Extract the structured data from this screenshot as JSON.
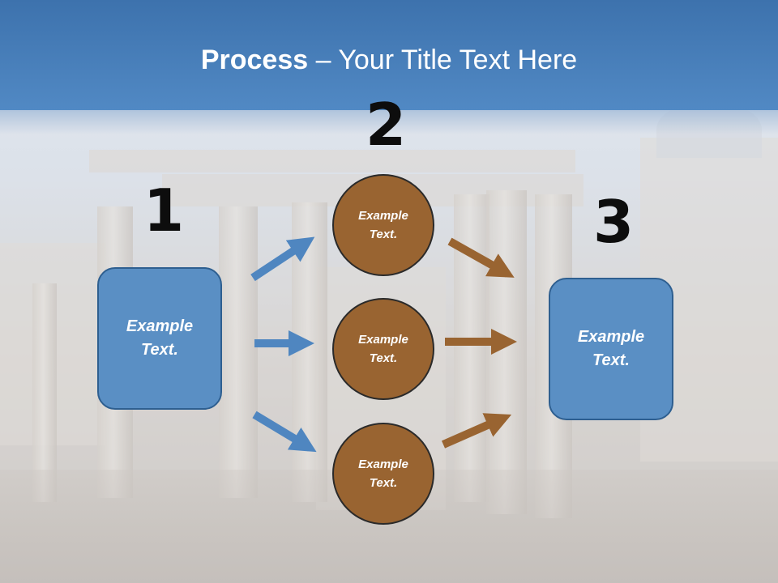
{
  "title": {
    "bold": "Process",
    "rest": " – Your Title Text Here"
  },
  "steps": [
    {
      "number": "1",
      "text": "Example Text."
    },
    {
      "number": "2"
    },
    {
      "number": "3",
      "text": "Example Text."
    }
  ],
  "circles": [
    {
      "text": "Example Text."
    },
    {
      "text": "Example Text."
    },
    {
      "text": "Example Text."
    }
  ],
  "colors": {
    "header": "#4a82bf",
    "box": "#5a8fc4",
    "circle": "#996431",
    "arrow_blue": "#4f86c0",
    "arrow_brown": "#996431"
  }
}
